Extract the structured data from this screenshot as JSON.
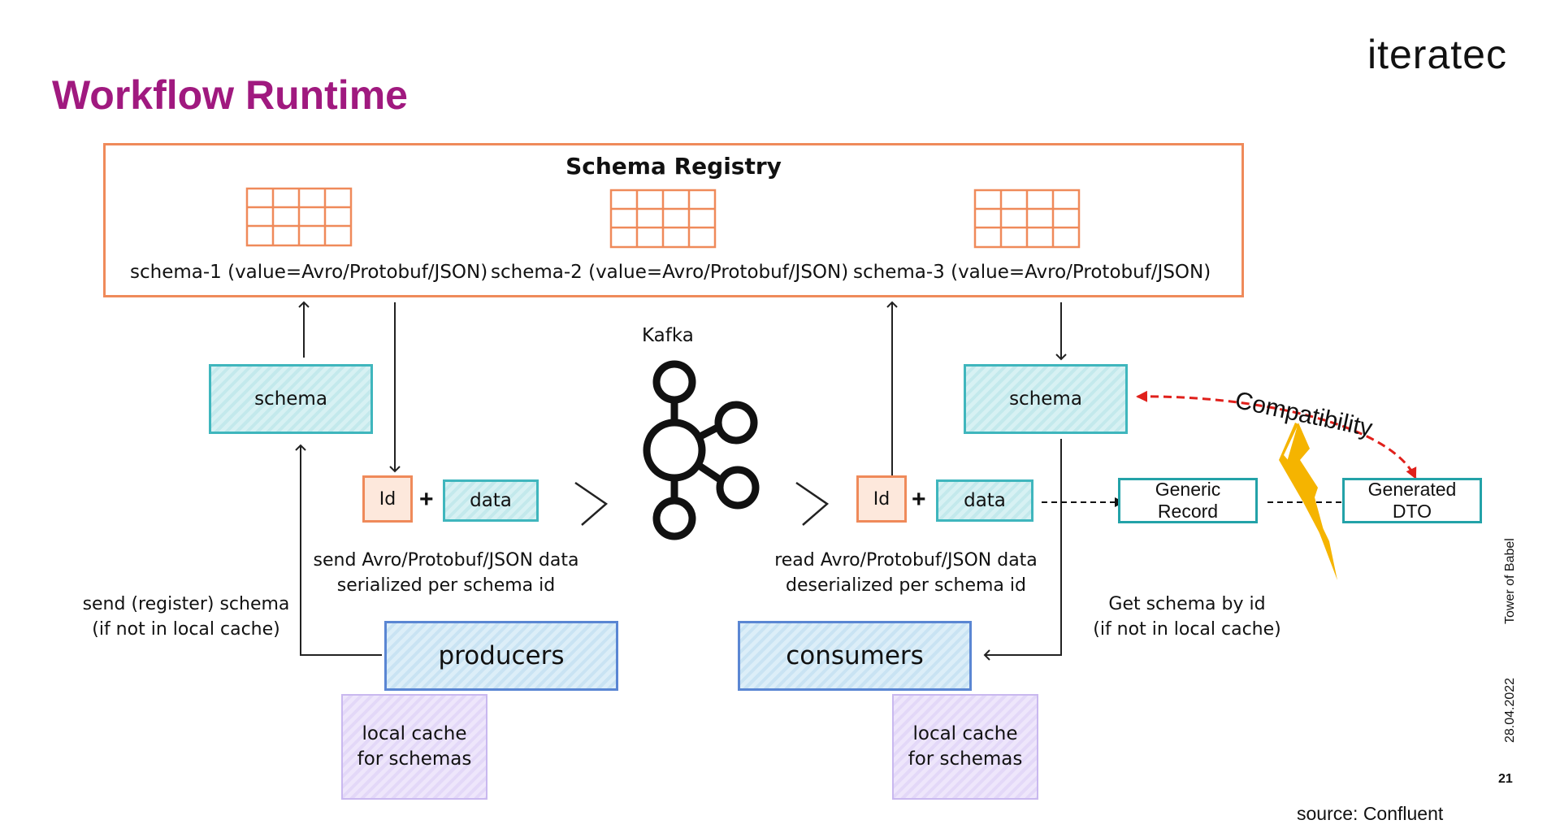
{
  "slide": {
    "title": "Workflow Runtime",
    "logo": "iteratec",
    "side_text": "Tower of Babel",
    "date": "28.04.2022",
    "page_number": "21",
    "source": "source: Confluent"
  },
  "diagram": {
    "registry": {
      "title": "Schema Registry",
      "schemas": [
        "schema-1 (value=Avro/Protobuf/JSON)",
        "schema-2 (value=Avro/Protobuf/JSON)",
        "schema-3 (value=Avro/Protobuf/JSON)"
      ]
    },
    "kafka_label": "Kafka",
    "producer_side": {
      "schema_box": "schema",
      "id_box": "Id",
      "plus": "+",
      "data_box": "data",
      "send_caption": [
        "send Avro/Protobuf/JSON data",
        "serialized per schema id"
      ],
      "register_caption": [
        "send (register) schema",
        "(if not in local cache)"
      ],
      "producers": "producers",
      "cache": [
        "local cache",
        "for schemas"
      ]
    },
    "consumer_side": {
      "schema_box": "schema",
      "id_box": "Id",
      "plus": "+",
      "data_box": "data",
      "read_caption": [
        "read Avro/Protobuf/JSON data",
        "deserialized per schema id"
      ],
      "get_caption": [
        "Get schema by id",
        "(if not in local cache)"
      ],
      "consumers": "consumers",
      "cache": [
        "local cache",
        "for schemas"
      ]
    },
    "generic_record": [
      "Generic",
      "Record"
    ],
    "generated_dto": [
      "Generated",
      "DTO"
    ],
    "compatibility": "Compatibility",
    "colors": {
      "title": "#a0197f",
      "registry_border": "#ef8a5a",
      "teal": "#3fb6bd",
      "blue": "#5a86d3",
      "purple": "#c9b8ef",
      "compat_arrow": "#e0201b",
      "lightning": "#f5b400"
    }
  }
}
